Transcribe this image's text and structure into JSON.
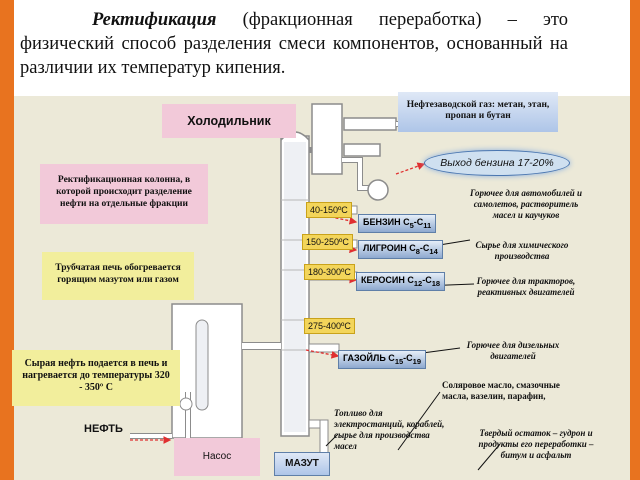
{
  "intro": {
    "term": "Ректификация",
    "rest": " (фракционная переработка) – это физический способ разделения смеси компонентов, основанный на различии их температур кипения."
  },
  "boxes": {
    "condenser": "Холодильник",
    "refinery_gas": "Нефтезаводской газ: метан, этан, пропан и бутан",
    "column": "Ректификационная колонна, в которой происходит разделение нефти на отдельные фракции",
    "furnace": "Трубчатая печь обогревается горящим мазутом или газом",
    "crude": "Сырая нефть подается в печь и нагревается до температуры 320 - 350º С",
    "pump": "Насос",
    "oil_label": "НЕФТЬ",
    "mazut": "МАЗУТ"
  },
  "gasoline_out": "Выход бензина 17-20%",
  "temps": [
    "40-150ºС",
    "150-250ºС",
    "180-300ºС",
    "275-400ºС"
  ],
  "fractions": [
    {
      "name": "БЕНЗИН С",
      "s1": "5",
      "mid": "-С",
      "s2": "11"
    },
    {
      "name": "ЛИГРОИН С",
      "s1": "8",
      "mid": "-С",
      "s2": "14"
    },
    {
      "name": "КЕРОСИН С",
      "s1": "12",
      "mid": "-С",
      "s2": "18"
    },
    {
      "name": "ГАЗОЙЛЬ С",
      "s1": "15",
      "mid": "-С",
      "s2": "19"
    }
  ],
  "uses": {
    "gasoline": "Горючее для автомобилей и самолетов, растворитель масел и каучуков",
    "ligroin": "Сырье для химического производства",
    "kerosene": "Горючее для тракторов, реактивных двигателей",
    "gasoil": "Горючее для дизельных двигателей",
    "solar": "Соляровое масло, смазочные масла, вазелин, парафин,",
    "fuel": "Топливо для электростанций, кораблей, сырье для производства масел",
    "tar": "Твердый остаток – гудрон и продукты его переработки – битум и асфальт"
  },
  "colors": {
    "frame": "#e8731f",
    "diagram_bg": "#ece9d8",
    "pipe": "#ffffff",
    "pipe_edge": "#8c8c8c",
    "flow_arrow": "#e03030",
    "temp_bg": "#f3d55a",
    "fraction_bg": "#8ea9cf"
  }
}
